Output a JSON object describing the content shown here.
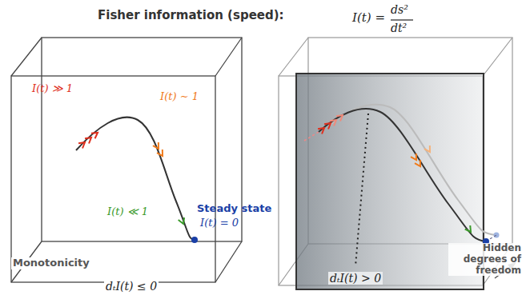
{
  "diagram": {
    "title": "Fisher information (speed):",
    "labels": [
      "I(t) =",
      "ds²",
      "dt²",
      "I(t) ≫ 1",
      "I(t) ∼ 1",
      "Steady state",
      "I(t) = 0",
      "I(t) ≪ 1",
      "Monotonicity",
      "dₜI(t) ≤ 0",
      "dₜI(t) > 0",
      "Hidden degrees of freedom"
    ]
  }
}
